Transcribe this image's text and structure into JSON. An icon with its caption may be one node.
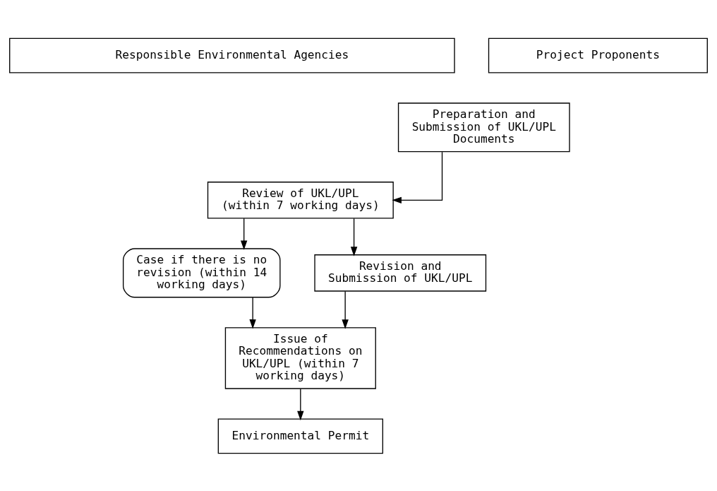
{
  "diagram": {
    "nodes": [
      {
        "text": [
          "Responsible Environmental Agencies"
        ]
      },
      {
        "text": [
          "Project Proponents"
        ]
      },
      {
        "text": [
          "Preparation and Submission of UKL/UPL Documents"
        ]
      },
      {
        "text": [
          "Review of UKL/UPL (within 7 working days)"
        ]
      },
      {
        "text": [
          "Case if there is no revision (within 14 working days)"
        ]
      },
      {
        "text": [
          "Revision and Submission of UKL/UPL"
        ]
      },
      {
        "text": [
          "Issue of Recommendations on UKL/UPL (within 7 working days)"
        ]
      },
      {
        "text": [
          "Environmental Permit"
        ]
      }
    ],
    "edges": [
      {
        "from": 2,
        "to": 3,
        "arrow": "to"
      },
      {
        "from": 3,
        "to": 4,
        "arrow": "to"
      },
      {
        "from": 3,
        "to": 5,
        "arrow": "to"
      },
      {
        "from": 5,
        "to": 6,
        "arrow": "to"
      },
      {
        "from": 4,
        "to": 6,
        "arrow": "to"
      },
      {
        "from": 6,
        "to": 7,
        "arrow": "to"
      }
    ]
  }
}
